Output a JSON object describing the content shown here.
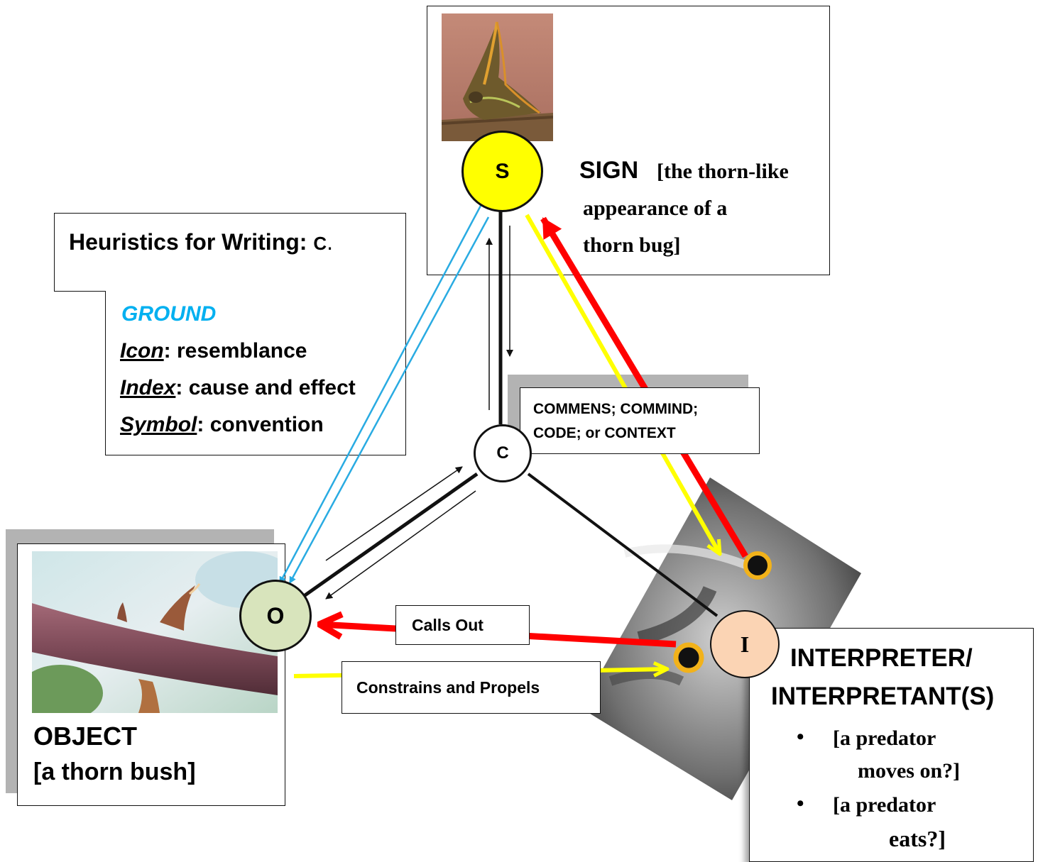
{
  "sign": {
    "letter": "S",
    "title": "SIGN",
    "desc_line1": "[the thorn-like",
    "desc_line2": "appearance of a",
    "desc_line3": "thorn bug]"
  },
  "heuristics": {
    "title": "Heuristics for Writing:",
    "suffix": "C",
    "ground": "GROUND",
    "items": [
      {
        "term": "Icon",
        "desc": "resemblance"
      },
      {
        "term": "Index",
        "desc": "cause and effect"
      },
      {
        "term": "Symbol",
        "desc": "convention"
      }
    ]
  },
  "commens": {
    "letter": "C",
    "line1": "COMMENS; COMMIND;",
    "line2": "CODE; or CONTEXT"
  },
  "object": {
    "letter": "O",
    "title": "OBJECT",
    "desc": "[a thorn bush]"
  },
  "interpreter": {
    "letter": "I",
    "title_line1": "INTERPRETER/",
    "title_line2": "INTERPRETANT(S)",
    "bullets": [
      {
        "line1": "[a predator",
        "line2": "moves on?]"
      },
      {
        "line1": "[a predator",
        "line2": "eats?]"
      }
    ]
  },
  "edges": {
    "calls_out": "Calls Out",
    "constrains": "Constrains and Propels"
  },
  "colors": {
    "sign_node": "#ffff00",
    "object_node": "#d8e4bc",
    "interpreter_node": "#fbd4b4",
    "ground": "#00b0f0",
    "red_arrow": "#ff0000",
    "yellow_arrow": "#ffff00",
    "blue_arrow": "#29abe2"
  },
  "icons": [
    "thorn-bug-photo",
    "thorn-branch-photo",
    "owl-eyes-photo"
  ]
}
